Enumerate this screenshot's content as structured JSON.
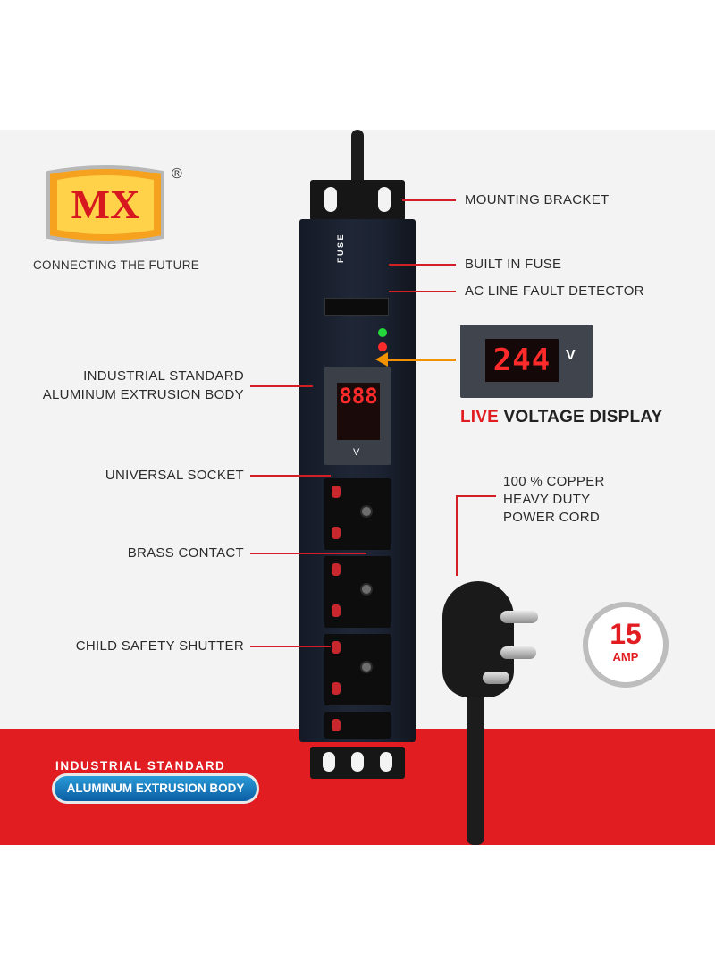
{
  "brand": {
    "logo_text": "MX",
    "registered": "®",
    "tagline": "CONNECTING THE FUTURE"
  },
  "callouts": {
    "mounting_bracket": "MOUNTING  BRACKET",
    "built_in_fuse": "BUILT IN FUSE",
    "ac_line_fault": "AC LINE FAULT DETECTOR",
    "aluminum_body_line1": "INDUSTRIAL STANDARD",
    "aluminum_body_line2": "ALUMINUM EXTRUSION BODY",
    "universal_socket": "UNIVERSAL SOCKET",
    "brass_contact": "BRASS CONTACT",
    "child_safety": "CHILD SAFETY SHUTTER",
    "cord_line1": "100 % COPPER",
    "cord_line2": "HEAVY DUTY",
    "cord_line3": "POWER CORD"
  },
  "strip": {
    "fuse_letters": "F U S E",
    "small_display": "888",
    "small_unit": "V"
  },
  "voltage_display": {
    "reading": "244",
    "unit": "V",
    "title_red": "LIVE",
    "title_rest": " VOLTAGE DISPLAY"
  },
  "rating": {
    "value": "15",
    "unit": "AMP"
  },
  "badge": {
    "top": "INDUSTRIAL STANDARD",
    "pill": "ALUMINUM EXTRUSION BODY"
  },
  "colors": {
    "brand_red": "#e11d22",
    "badge_blue": "#0b5ea3",
    "display_red": "#ff2b2b",
    "logo_orange": "#f6a21e"
  }
}
